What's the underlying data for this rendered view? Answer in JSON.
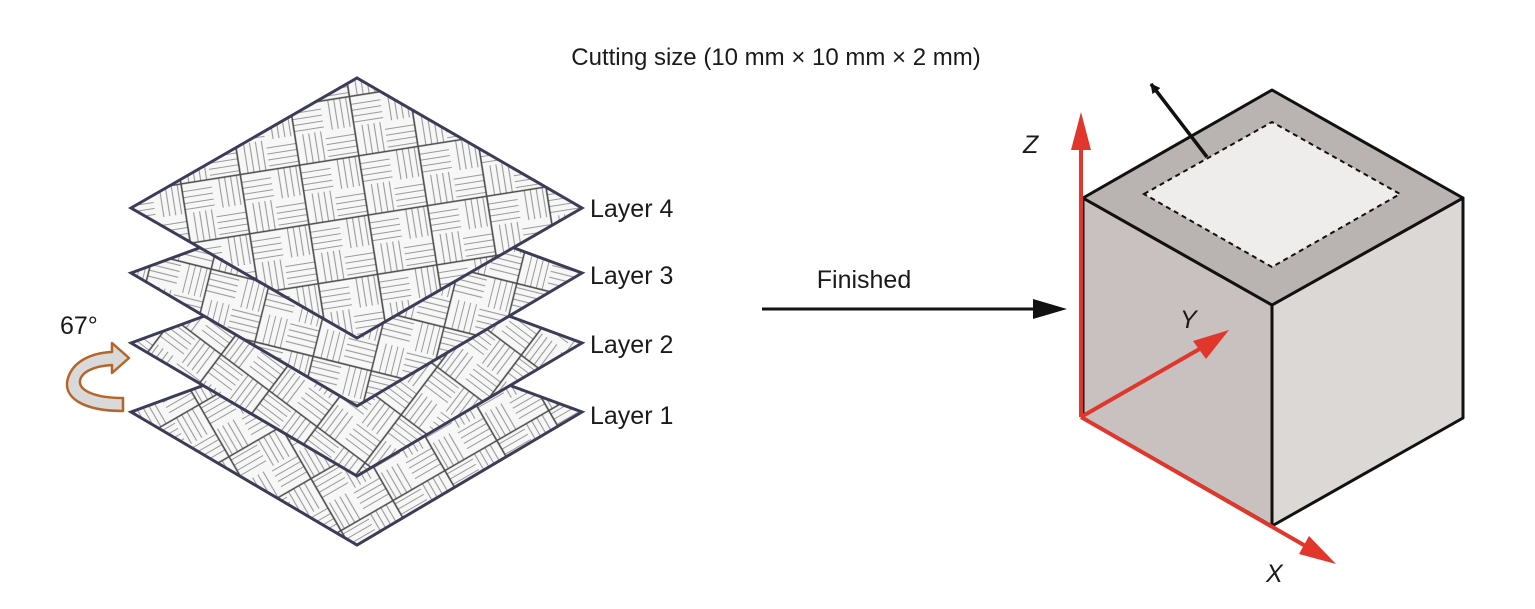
{
  "caption": "Cutting size (10 mm × 10 mm × 2 mm)",
  "rotation_label": "67°",
  "layers": [
    {
      "label": "Layer 4"
    },
    {
      "label": "Layer 3"
    },
    {
      "label": "Layer 2"
    },
    {
      "label": "Layer 1"
    }
  ],
  "process_label": "Finished",
  "axes": {
    "x": "X",
    "y": "Y",
    "z": "Z"
  },
  "colors": {
    "axis": "#e0362c",
    "rotation_arrow_stroke": "#b5652a",
    "cube_top": "#b9b3b1",
    "cube_left": "#c9c1bf",
    "cube_right": "#dcd8d6",
    "cube_inset": "#efedec"
  }
}
